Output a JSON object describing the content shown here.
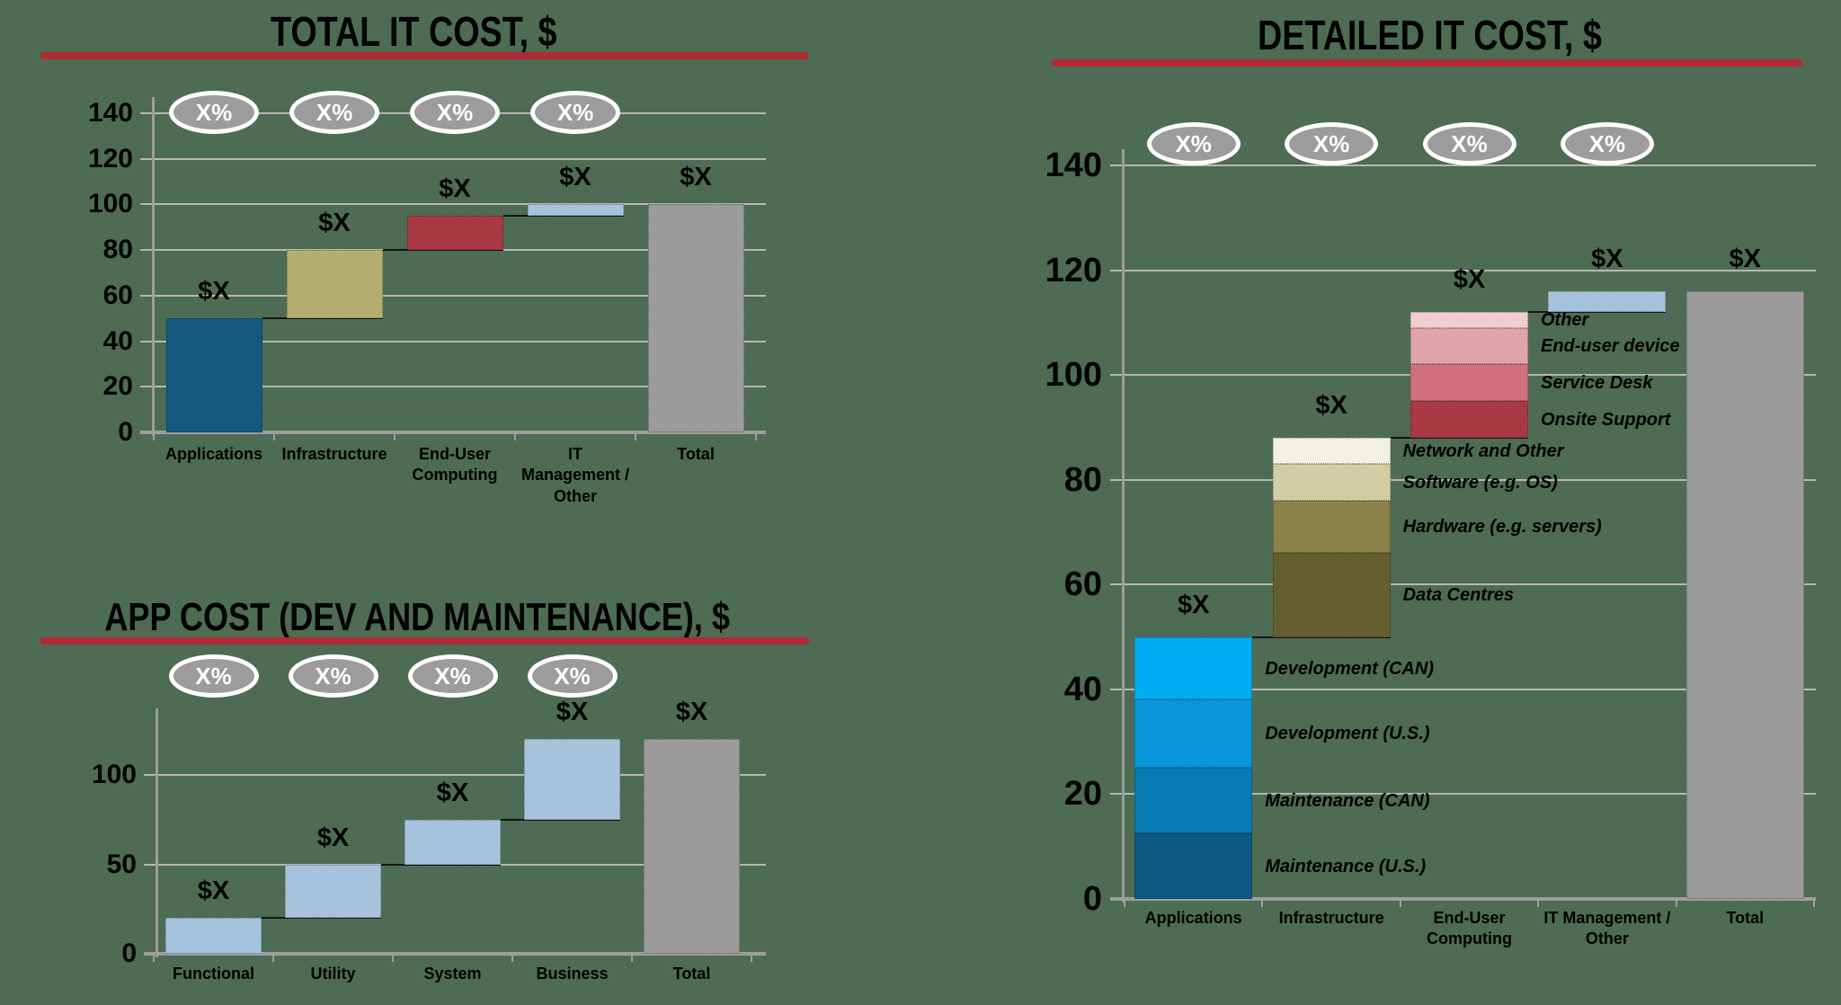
{
  "slide": {
    "background_color": "#4D6C53",
    "accent_rule_color": "#B02A35",
    "oval_fill_color": "#9C9C9C",
    "gridline_color": "#B7B7B7"
  },
  "chart_data": [
    {
      "type": "waterfall",
      "title": "TOTAL IT COST, $",
      "percent_label": "X%",
      "value_label": "$X",
      "ylim": [
        0,
        140
      ],
      "y_axis": {
        "min": 0,
        "max": 140,
        "step": 20,
        "labels": [
          0,
          20,
          40,
          60,
          80,
          100,
          120,
          140
        ]
      },
      "grid": "on",
      "categories": [
        "Applications",
        "Infrastructure",
        "End-User Computing",
        "IT Management / Other",
        "Total"
      ],
      "columns": [
        {
          "category": "Applications",
          "start": 0,
          "end": 50,
          "color": "#15597E",
          "oval": true
        },
        {
          "category": "Infrastructure",
          "start": 50,
          "end": 80,
          "color": "#B5AE71",
          "oval": true
        },
        {
          "category": "End-User\nComputing",
          "start": 80,
          "end": 95,
          "color": "#A93A44",
          "oval": true
        },
        {
          "category": "IT\nManagement /\nOther",
          "start": 95,
          "end": 100,
          "color": "#A6C3DE",
          "oval": true
        },
        {
          "category": "Total",
          "start": 0,
          "end": 100,
          "color": "#9B9B9B",
          "oval": false
        }
      ]
    },
    {
      "type": "waterfall",
      "title": "APP COST (DEV AND MAINTENANCE), $",
      "percent_label": "X%",
      "value_label": "$X",
      "ylim": [
        0,
        135
      ],
      "y_axis": {
        "min": 0,
        "max": 100,
        "step": 50,
        "labels": [
          0,
          50,
          100
        ]
      },
      "grid": "on",
      "categories": [
        "Functional",
        "Utility",
        "System",
        "Business",
        "Total"
      ],
      "columns": [
        {
          "category": "Functional",
          "start": 0,
          "end": 20,
          "color": "#A6C3DE",
          "oval": true
        },
        {
          "category": "Utility",
          "start": 20,
          "end": 50,
          "color": "#A6C3DE",
          "oval": true
        },
        {
          "category": "System",
          "start": 50,
          "end": 75,
          "color": "#A6C3DE",
          "oval": true
        },
        {
          "category": "Business",
          "start": 75,
          "end": 120,
          "color": "#A6C3DE",
          "oval": true
        },
        {
          "category": "Total",
          "start": 0,
          "end": 120,
          "color": "#9B9B9B",
          "oval": false
        }
      ]
    },
    {
      "type": "stacked-waterfall",
      "title": "DETAILED IT COST, $",
      "percent_label": "X%",
      "value_label": "$X",
      "ylim": [
        0,
        140
      ],
      "y_axis": {
        "min": 0,
        "max": 140,
        "step": 20,
        "labels": [
          0,
          20,
          40,
          60,
          80,
          100,
          120,
          140
        ]
      },
      "grid": "on",
      "categories": [
        "Applications",
        "Infrastructure",
        "End-User Computing",
        "IT Management / Other",
        "Total"
      ],
      "columns": [
        {
          "category": "Applications",
          "oval": true,
          "segments": [
            {
              "label": "Maintenance (U.S.)",
              "start": 0,
              "end": 12.5,
              "color": "#0C5A82"
            },
            {
              "label": "Maintenance (CAN)",
              "start": 12.5,
              "end": 25,
              "color": "#077AB1"
            },
            {
              "label": "Development (U.S.)",
              "start": 25,
              "end": 38,
              "color": "#0995DA"
            },
            {
              "label": "Development (CAN)",
              "start": 38,
              "end": 50,
              "color": "#00ADF2"
            }
          ]
        },
        {
          "category": "Infrastructure",
          "oval": true,
          "segments": [
            {
              "label": "Data Centres",
              "start": 50,
              "end": 66,
              "color": "#655E31"
            },
            {
              "label": "Hardware (e.g. servers)",
              "start": 66,
              "end": 76,
              "color": "#8C8148"
            },
            {
              "label": "Software (e.g. OS)",
              "start": 76,
              "end": 83,
              "color": "#D2CDA5"
            },
            {
              "label": "Network and Other",
              "start": 83,
              "end": 88,
              "color": "#F2F0E1"
            }
          ]
        },
        {
          "category": "End-User\nComputing",
          "oval": true,
          "segments": [
            {
              "label": "Onsite Support",
              "start": 88,
              "end": 95,
              "color": "#A93A44"
            },
            {
              "label": "Service Desk",
              "start": 95,
              "end": 102,
              "color": "#D0717D"
            },
            {
              "label": "End-user device",
              "start": 102,
              "end": 109,
              "color": "#E0A3AB"
            },
            {
              "label": "Other",
              "start": 109,
              "end": 112,
              "color": "#F0CCD3"
            }
          ]
        },
        {
          "category": "IT Management /\nOther",
          "oval": true,
          "segments": [
            {
              "label": "",
              "start": 112,
              "end": 116,
              "color": "#A6C3DE"
            }
          ]
        },
        {
          "category": "Total",
          "oval": false,
          "segments": [
            {
              "label": "",
              "start": 0,
              "end": 116,
              "color": "#9B9B9B"
            }
          ]
        }
      ]
    }
  ]
}
